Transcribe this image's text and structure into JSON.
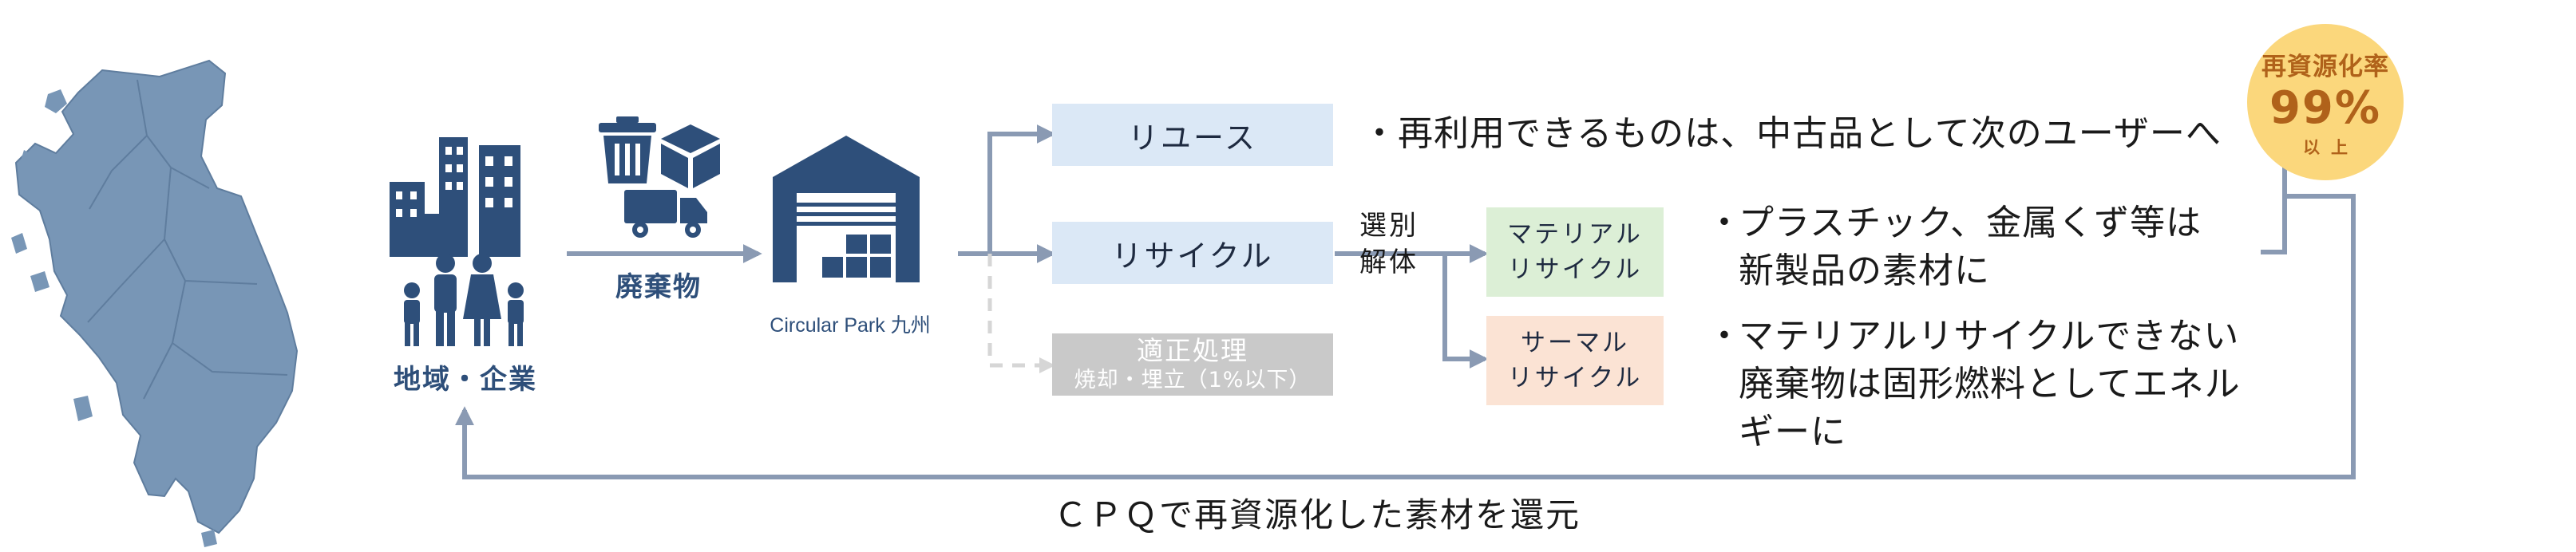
{
  "source": {
    "label": "地域・企業"
  },
  "waste": {
    "label": "廃棄物"
  },
  "facility": {
    "label": "Circular Park 九州"
  },
  "routes": {
    "reuse": {
      "label": "リユース",
      "description": "・再利用できるものは、中古品として次のユーザーへ"
    },
    "recycle": {
      "label": "リサイクル",
      "process_label_line1": "選別",
      "process_label_line2": "解体"
    },
    "disposal": {
      "label": "適正処理",
      "sublabel": "焼却・埋立（1%以下）"
    }
  },
  "material_recycle": {
    "label_line1": "マテリアル",
    "label_line2": "リサイクル",
    "description_line1": "プラスチック、金属くず等は",
    "description_line2": "新製品の素材に"
  },
  "thermal_recycle": {
    "label_line1": "サーマル",
    "label_line2": "リサイクル",
    "description_line1": "マテリアルリサイクルできない",
    "description_line2": "廃棄物は固形燃料としてエネル",
    "description_line3": "ギーに"
  },
  "badge": {
    "title": "再資源化率",
    "value": "99%",
    "note": "以上"
  },
  "feedback": {
    "label": "ＣＰＱで再資源化した素材を還元"
  },
  "colors": {
    "navy": "#2e4f7a",
    "map": "#7896b6",
    "arrow": "#8a9ab3",
    "reuse_box": "#dbe8f6",
    "material_box": "#dcefd6",
    "thermal_box": "#fbe3d4",
    "disabled_box": "#c9c9c9",
    "badge": "#fbd77c",
    "badge_text": "#b0621a"
  }
}
